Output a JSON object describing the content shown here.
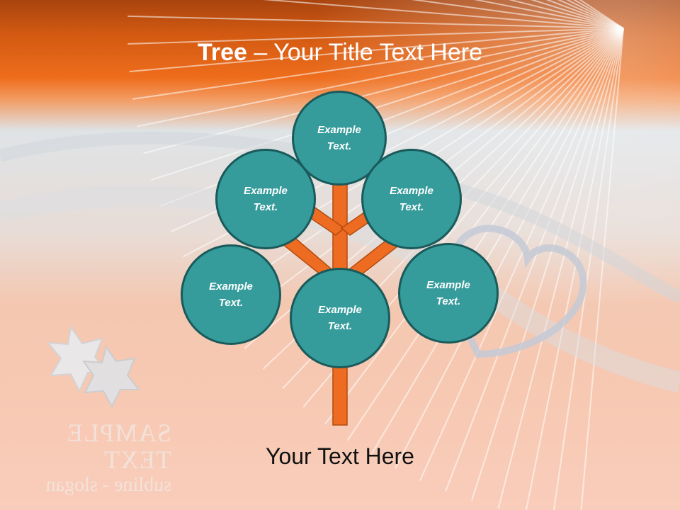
{
  "title": {
    "bold": "Tree",
    "rest": " – Your Title Text Here"
  },
  "nodes": [
    {
      "id": "top",
      "line1": "Example",
      "line2": "Text."
    },
    {
      "id": "upper-left",
      "line1": "Example",
      "line2": "Text."
    },
    {
      "id": "upper-right",
      "line1": "Example",
      "line2": "Text."
    },
    {
      "id": "lower-left",
      "line1": "Example",
      "line2": "Text."
    },
    {
      "id": "center",
      "line1": "Example",
      "line2": "Text."
    },
    {
      "id": "lower-right",
      "line1": "Example",
      "line2": "Text."
    }
  ],
  "caption": "Your Text Here",
  "logo": {
    "line1": "SAMPLE TEXT",
    "line2": "subline - slogan"
  },
  "colors": {
    "node_fill": "#359b9b",
    "node_border": "#1a5a5a",
    "branch": "#ee6c22",
    "branch_outline": "#b44a0e",
    "header": "#ee6d1c"
  }
}
